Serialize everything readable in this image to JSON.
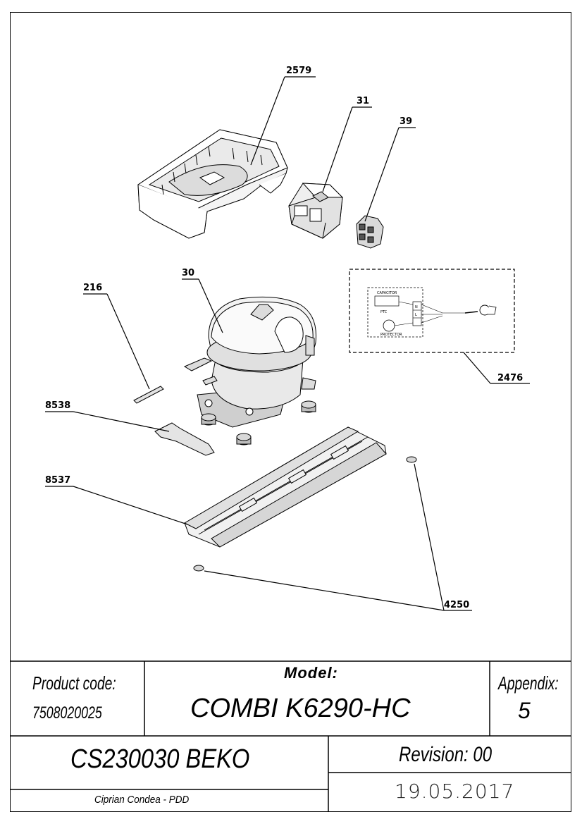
{
  "callouts": {
    "c2579": "2579",
    "c31": "31",
    "c39": "39",
    "c216": "216",
    "c30": "30",
    "c2476": "2476",
    "c8538": "8538",
    "c8537": "8537",
    "c4250": "4250"
  },
  "wiring": {
    "capacitor": "CAPACITOR",
    "ptc": "PTC",
    "protector": "PROTECTOR",
    "terminal_n": "N",
    "terminal_l": "L"
  },
  "title_block": {
    "product_code_label": "Product code:",
    "product_code": "7508020025",
    "model_label": "Model:",
    "model": "COMBI K6290-HC",
    "appendix_label": "Appendix:",
    "appendix": "5",
    "doc_id": "CS230030 BEKO",
    "revision": "Revision: 00",
    "author": "Ciprian Condea - PDD",
    "date": "19.05.2017"
  }
}
